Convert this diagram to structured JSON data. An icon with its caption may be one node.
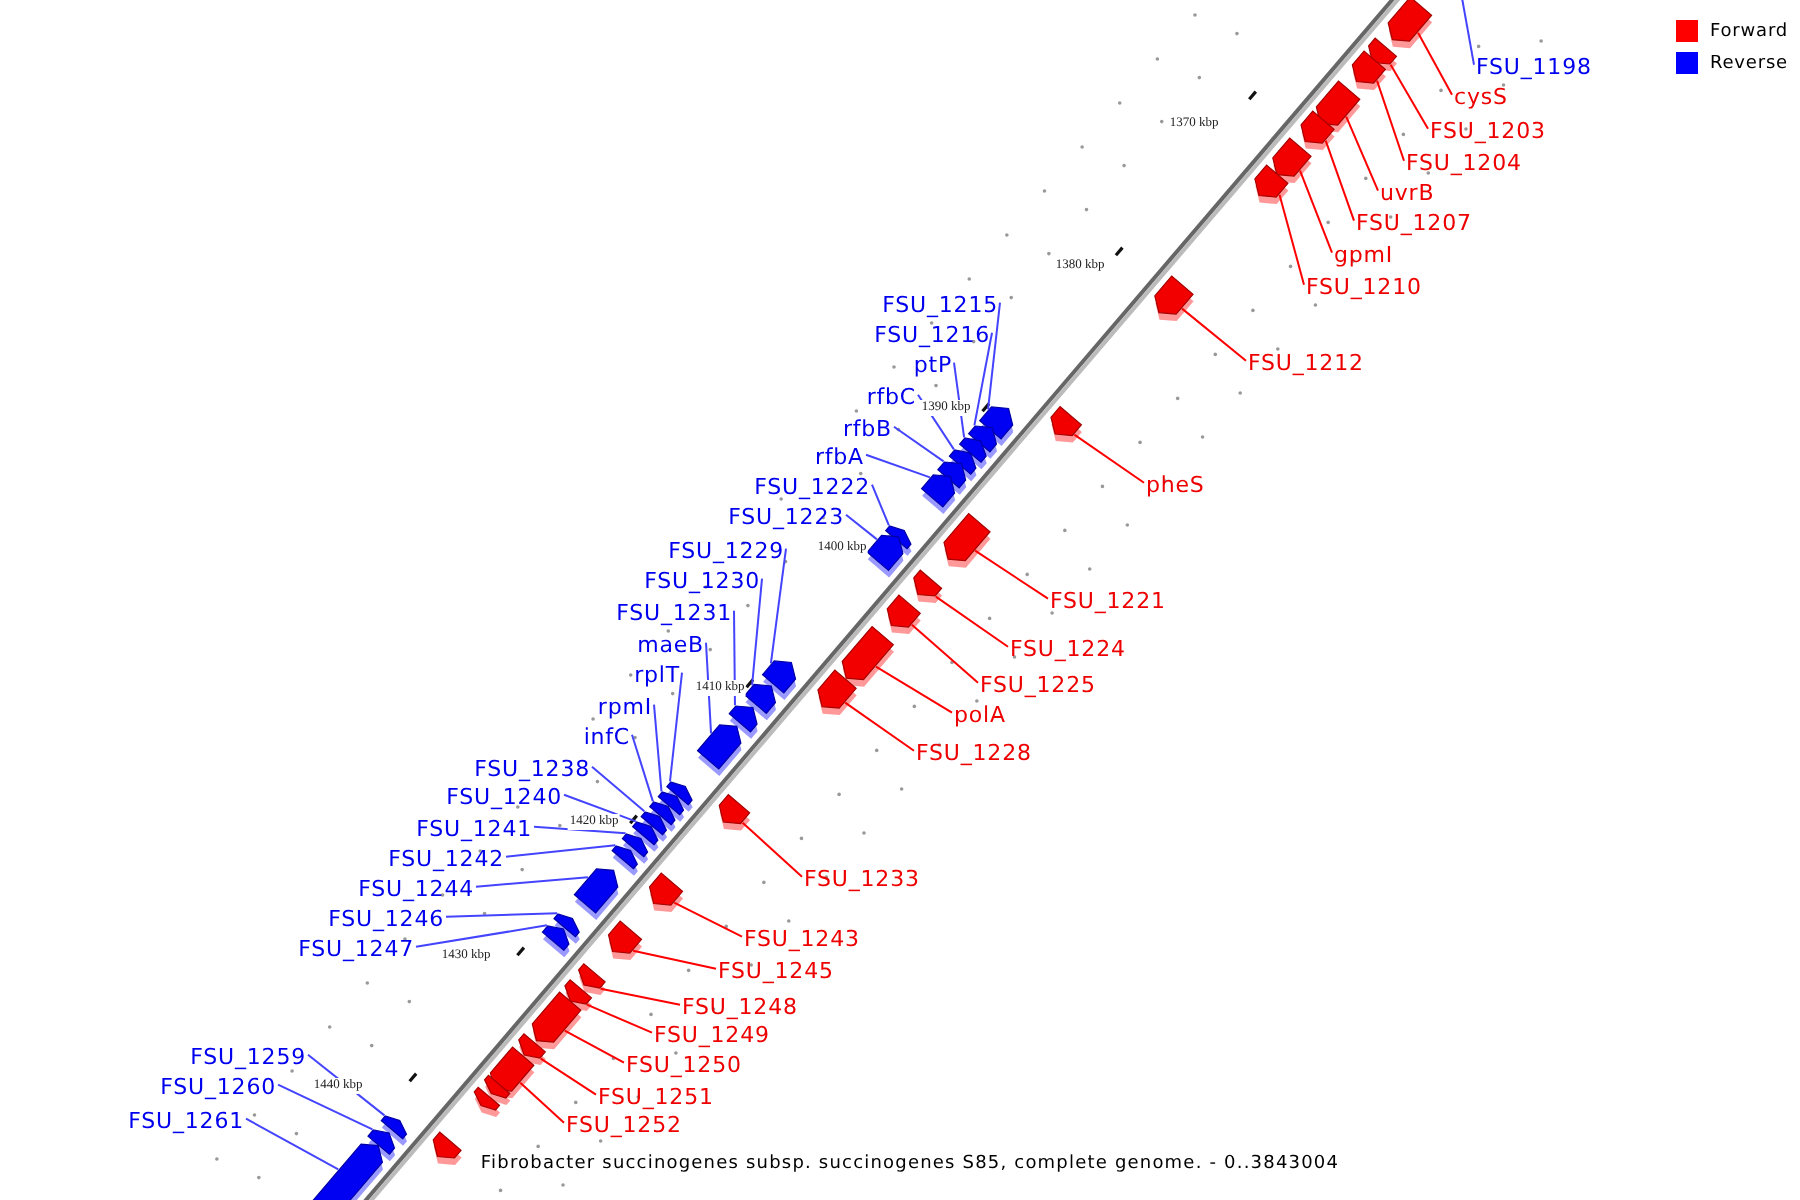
{
  "diagram": {
    "caption": "Fibrobacter succinogenes subsp. succinogenes S85, complete genome. - 0..3843004",
    "nodes": [
      {
        "text": [
          "FSU_1198"
        ]
      },
      {
        "text": [
          "cysS"
        ]
      },
      {
        "text": [
          "FSU_1203"
        ]
      },
      {
        "text": [
          "FSU_1204"
        ]
      },
      {
        "text": [
          "uvrB"
        ]
      },
      {
        "text": [
          "FSU_1207"
        ]
      },
      {
        "text": [
          "gpmI"
        ]
      },
      {
        "text": [
          "FSU_1210"
        ]
      },
      {
        "text": [
          "FSU_1212"
        ]
      },
      {
        "text": [
          "pheS"
        ]
      },
      {
        "text": [
          "FSU_1215"
        ]
      },
      {
        "text": [
          "FSU_1216"
        ]
      },
      {
        "text": [
          "ptP"
        ]
      },
      {
        "text": [
          "rfbC"
        ]
      },
      {
        "text": [
          "rfbB"
        ]
      },
      {
        "text": [
          "rfbA"
        ]
      },
      {
        "text": [
          "FSU_1221"
        ]
      },
      {
        "text": [
          "FSU_1222"
        ]
      },
      {
        "text": [
          "FSU_1223"
        ]
      },
      {
        "text": [
          "FSU_1224"
        ]
      },
      {
        "text": [
          "FSU_1225"
        ]
      },
      {
        "text": [
          "polA"
        ]
      },
      {
        "text": [
          "FSU_1228"
        ]
      },
      {
        "text": [
          "FSU_1229"
        ]
      },
      {
        "text": [
          "FSU_1230"
        ]
      },
      {
        "text": [
          "FSU_1231"
        ]
      },
      {
        "text": [
          "maeB"
        ]
      },
      {
        "text": [
          "FSU_1233"
        ]
      },
      {
        "text": [
          "rplT"
        ]
      },
      {
        "text": [
          "rpmI"
        ]
      },
      {
        "text": [
          "infC"
        ]
      },
      {
        "text": [
          "FSU_1238"
        ]
      },
      {
        "text": [
          "FSU_1240"
        ]
      },
      {
        "text": [
          "FSU_1241"
        ]
      },
      {
        "text": [
          "FSU_1242"
        ]
      },
      {
        "text": [
          "FSU_1243"
        ]
      },
      {
        "text": [
          "FSU_1244"
        ]
      },
      {
        "text": [
          "FSU_1245"
        ]
      },
      {
        "text": [
          "FSU_1246"
        ]
      },
      {
        "text": [
          "FSU_1247"
        ]
      },
      {
        "text": [
          "FSU_1248"
        ]
      },
      {
        "text": [
          "FSU_1249"
        ]
      },
      {
        "text": [
          "FSU_1250"
        ]
      },
      {
        "text": [
          "FSU_1251"
        ]
      },
      {
        "text": [
          "FSU_1252"
        ]
      },
      {
        "text": [
          "FSU_1259"
        ]
      },
      {
        "text": [
          "FSU_1260"
        ]
      },
      {
        "text": [
          "FSU_1261"
        ]
      },
      {
        "text": [],
        "shape": "pentagon"
      },
      {
        "text": [],
        "shape": "pentagon"
      },
      {
        "text": [],
        "shape": "pentagon"
      },
      {
        "text": [],
        "shape": "pentagon"
      },
      {
        "text": [],
        "shape": "pentagon"
      },
      {
        "text": [],
        "shape": "pentagon"
      },
      {
        "text": [],
        "shape": "pentagon"
      },
      {
        "text": [],
        "shape": "pentagon"
      },
      {
        "text": [],
        "shape": "pentagon"
      },
      {
        "text": [],
        "shape": "pentagon"
      },
      {
        "text": [],
        "shape": "pentagon"
      },
      {
        "text": [],
        "shape": "pentagon"
      },
      {
        "text": [],
        "shape": "pentagon"
      },
      {
        "text": [],
        "shape": "pentagon"
      },
      {
        "text": [],
        "shape": "pentagon"
      },
      {
        "text": [],
        "shape": "pentagon"
      },
      {
        "text": [],
        "shape": "pentagon"
      },
      {
        "text": [],
        "shape": "pentagon"
      },
      {
        "text": [],
        "shape": "pentagon"
      },
      {
        "text": [],
        "shape": "pentagon"
      },
      {
        "text": [],
        "shape": "pentagon"
      },
      {
        "text": [],
        "shape": "pentagon"
      },
      {
        "text": [],
        "shape": "pentagon"
      },
      {
        "text": [],
        "shape": "pentagon"
      },
      {
        "text": [],
        "shape": "pentagon"
      },
      {
        "text": [],
        "shape": "pentagon"
      },
      {
        "text": [],
        "shape": "pentagon"
      },
      {
        "text": [],
        "shape": "pentagon"
      },
      {
        "text": [],
        "shape": "pentagon"
      },
      {
        "text": [],
        "shape": "pentagon"
      },
      {
        "text": [],
        "shape": "pentagon"
      },
      {
        "text": [],
        "shape": "pentagon"
      },
      {
        "text": [],
        "shape": "pentagon"
      },
      {
        "text": [],
        "shape": "pentagon"
      },
      {
        "text": [],
        "shape": "pentagon"
      },
      {
        "text": [],
        "shape": "pentagon"
      },
      {
        "text": [],
        "shape": "pentagon"
      },
      {
        "text": [],
        "shape": "pentagon"
      },
      {
        "text": [],
        "shape": "pentagon"
      },
      {
        "text": [],
        "shape": "pentagon"
      },
      {
        "text": [],
        "shape": "pentagon"
      },
      {
        "text": [],
        "shape": "pentagon"
      },
      {
        "text": [],
        "shape": "pentagon"
      },
      {
        "text": [],
        "shape": "pentagon"
      },
      {
        "text": [],
        "shape": "pentagon"
      },
      {
        "text": [],
        "shape": "pentagon"
      },
      {
        "text": [],
        "shape": "pentagon"
      },
      {
        "text": [],
        "shape": "pentagon"
      },
      {
        "text": [],
        "shape": "pentagon"
      },
      {
        "text": [],
        "shape": "pentagon"
      }
    ],
    "edges": [
      {
        "from": 0,
        "to": null,
        "arrow": "none"
      },
      {
        "from": 1,
        "to": 48,
        "arrow": "none",
        "color": "#ff0000"
      },
      {
        "from": 2,
        "to": 49,
        "arrow": "none",
        "color": "#ff0000"
      },
      {
        "from": 3,
        "to": 50,
        "arrow": "none",
        "color": "#ff0000"
      },
      {
        "from": 4,
        "to": 51,
        "arrow": "none",
        "color": "#ff0000"
      },
      {
        "from": 5,
        "to": 52,
        "arrow": "none",
        "color": "#ff0000"
      },
      {
        "from": 6,
        "to": 53,
        "arrow": "none",
        "color": "#ff0000"
      },
      {
        "from": 7,
        "to": 54,
        "arrow": "none",
        "color": "#ff0000"
      },
      {
        "from": 8,
        "to": 55,
        "arrow": "none",
        "color": "#ff0000"
      },
      {
        "from": 9,
        "to": 56,
        "arrow": "none",
        "color": "#ff0000"
      },
      {
        "from": 10,
        "to": 57,
        "arrow": "none"
      },
      {
        "from": 11,
        "to": 58,
        "arrow": "none"
      },
      {
        "from": 12,
        "to": 59,
        "arrow": "none"
      },
      {
        "from": 13,
        "to": 60,
        "arrow": "none"
      },
      {
        "from": 14,
        "to": 61,
        "arrow": "none"
      },
      {
        "from": 15,
        "to": 62,
        "arrow": "none"
      },
      {
        "from": 16,
        "to": 63,
        "arrow": "none",
        "color": "#ff0000"
      },
      {
        "from": 17,
        "to": 64,
        "arrow": "none"
      },
      {
        "from": 18,
        "to": 65,
        "arrow": "none"
      },
      {
        "from": 19,
        "to": 66,
        "arrow": "none",
        "color": "#ff0000"
      },
      {
        "from": 20,
        "to": 67,
        "arrow": "none",
        "color": "#ff0000"
      },
      {
        "from": 21,
        "to": 68,
        "arrow": "none",
        "color": "#ff0000"
      },
      {
        "from": 22,
        "to": 69,
        "arrow": "none",
        "color": "#ff0000"
      },
      {
        "from": 23,
        "to": 70,
        "arrow": "none"
      },
      {
        "from": 24,
        "to": 71,
        "arrow": "none"
      },
      {
        "from": 25,
        "to": 72,
        "arrow": "none"
      },
      {
        "from": 26,
        "to": 73,
        "arrow": "none"
      },
      {
        "from": 27,
        "to": 74,
        "arrow": "none",
        "color": "#ff0000"
      },
      {
        "from": 28,
        "to": 75,
        "arrow": "none"
      },
      {
        "from": 29,
        "to": 76,
        "arrow": "none"
      },
      {
        "from": 30,
        "to": 77,
        "arrow": "none"
      },
      {
        "from": 31,
        "to": 78,
        "arrow": "none"
      },
      {
        "from": 32,
        "to": 79,
        "arrow": "none"
      },
      {
        "from": 33,
        "to": 80,
        "arrow": "none"
      },
      {
        "from": 34,
        "to": 81,
        "arrow": "none"
      },
      {
        "from": 35,
        "to": 82,
        "arrow": "none",
        "color": "#ff0000"
      },
      {
        "from": 36,
        "to": 83,
        "arrow": "none"
      },
      {
        "from": 37,
        "to": 84,
        "arrow": "none",
        "color": "#ff0000"
      },
      {
        "from": 38,
        "to": 85,
        "arrow": "none"
      },
      {
        "from": 39,
        "to": 86,
        "arrow": "none"
      },
      {
        "from": 40,
        "to": 87,
        "arrow": "none",
        "color": "#ff0000"
      },
      {
        "from": 41,
        "to": 88,
        "arrow": "none",
        "color": "#ff0000"
      },
      {
        "from": 42,
        "to": 89,
        "arrow": "none",
        "color": "#ff0000"
      },
      {
        "from": 43,
        "to": 90,
        "arrow": "none",
        "color": "#ff0000"
      },
      {
        "from": 44,
        "to": 91,
        "arrow": "none",
        "color": "#ff0000"
      },
      {
        "from": 45,
        "to": 92,
        "arrow": "none"
      },
      {
        "from": 46,
        "to": 93,
        "arrow": "none"
      },
      {
        "from": 47,
        "to": 94,
        "arrow": "none"
      }
    ],
    "labels": [
      "1370 kbp",
      "1380 kbp",
      "1390 kbp",
      "1400 kbp",
      "1410 kbp",
      "1420 kbp",
      "1430 kbp",
      "1440 kbp"
    ],
    "legend": [
      {
        "text": "Forward",
        "color": "#ff0000"
      },
      {
        "text": "Reverse",
        "color": "#0000ff"
      }
    ]
  }
}
